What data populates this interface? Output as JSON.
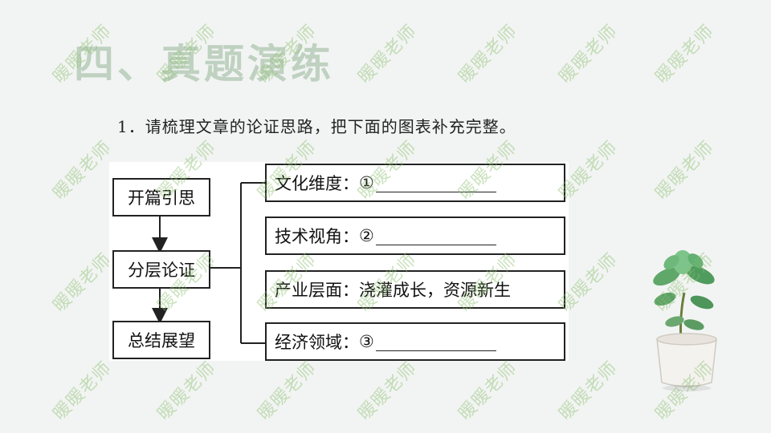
{
  "slide_title": "四、真题演练",
  "question": "1．请梳理文章的论证思路，把下面的图表补充完整。",
  "left_steps": [
    "开篇引思",
    "分层论证",
    "总结展望"
  ],
  "right_items": [
    {
      "label": "文化维度：",
      "marker": "①",
      "blank": true
    },
    {
      "label": "技术视角：",
      "marker": "②",
      "blank": true
    },
    {
      "label": "产业层面：浇灌成长，资源新生",
      "marker": "",
      "blank": false
    },
    {
      "label": "经济领域：",
      "marker": "③",
      "blank": true
    }
  ],
  "watermark_text": "暖暖老师",
  "decoration_icon": "potted-plant-icon"
}
